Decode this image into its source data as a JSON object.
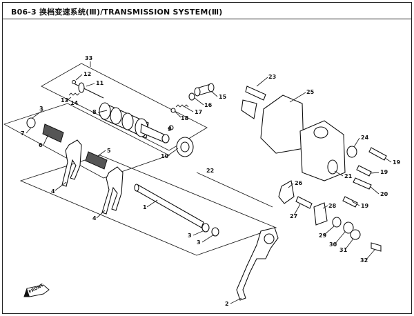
{
  "title": "B06-3 换档变速系统(Ⅲ)/TRANSMISSION SYSTEM(Ⅲ)",
  "front_label": "FRONT",
  "callouts": [
    "33",
    "12",
    "11",
    "13",
    "14",
    "7",
    "3",
    "6",
    "8",
    "9",
    "10",
    "17",
    "18",
    "16",
    "15",
    "23",
    "25",
    "24",
    "19",
    "19",
    "20",
    "21",
    "22",
    "5",
    "4",
    "4",
    "1",
    "3",
    "3",
    "2",
    "26",
    "27",
    "28",
    "29",
    "30",
    "31",
    "32",
    "19"
  ],
  "icons": [
    "front-arrow-icon"
  ]
}
